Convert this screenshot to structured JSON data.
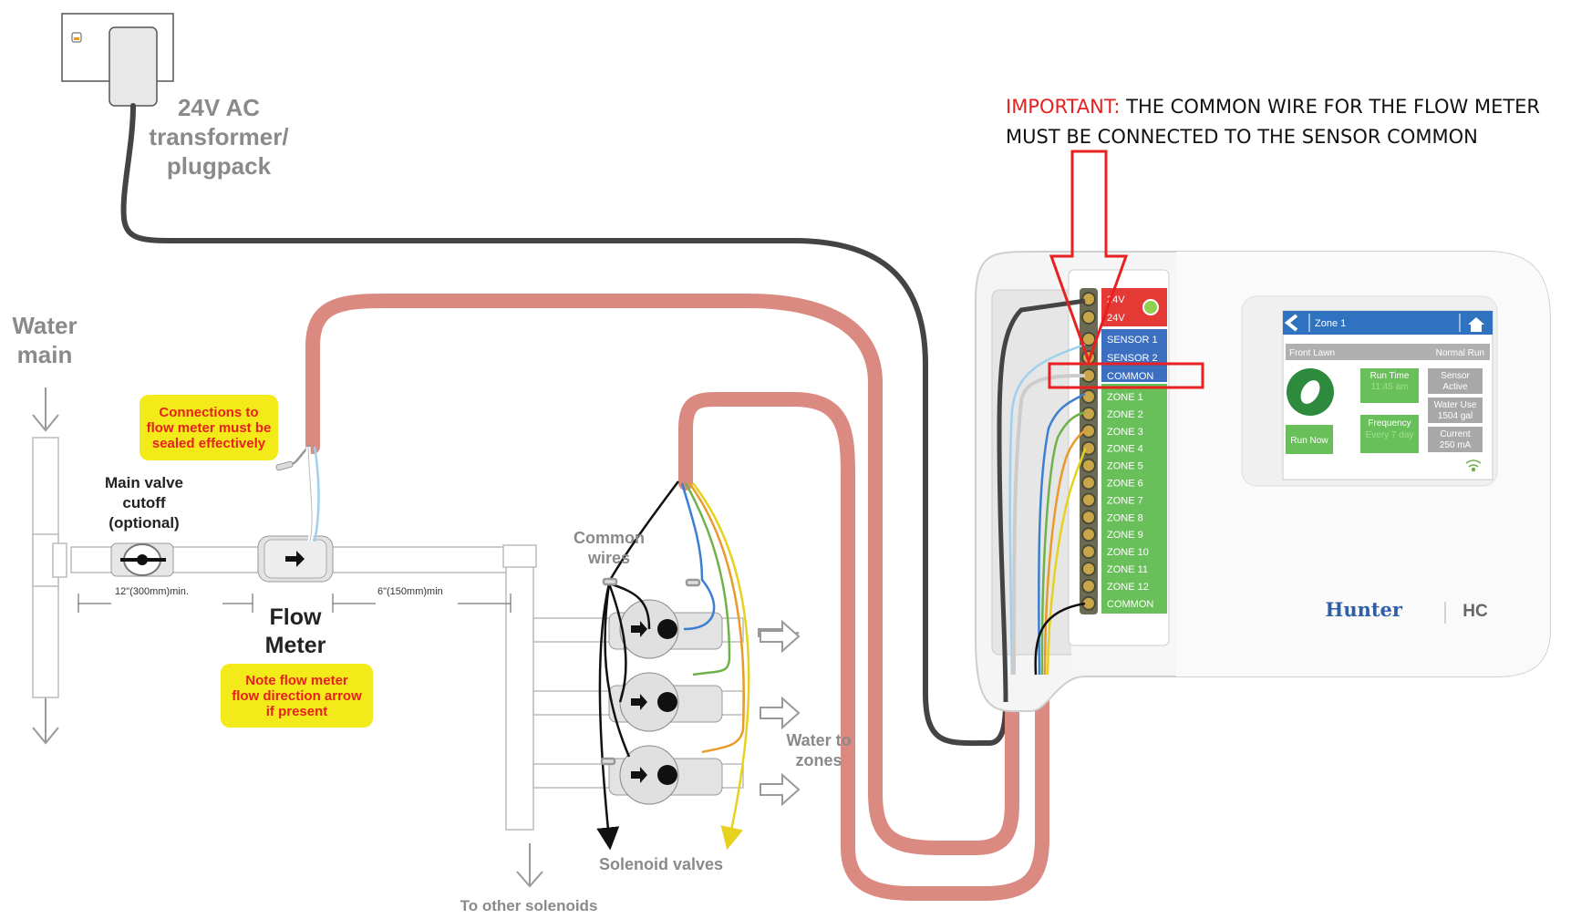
{
  "labels": {
    "transformer": [
      "24V AC",
      "transformer/",
      "plugpack"
    ],
    "water_main": [
      "Water",
      "main"
    ],
    "main_valve": [
      "Main valve",
      "cutoff",
      "(optional)"
    ],
    "flow_meter": [
      "Flow",
      "Meter"
    ],
    "dim_left": "12\"(300mm)min.",
    "dim_right": "6\"(150mm)min",
    "common_wires": [
      "Common",
      "wires"
    ],
    "water_to_zones": [
      "Water to",
      "zones"
    ],
    "solenoid_valves": "Solenoid valves",
    "to_other_solenoids": "To other solenoids"
  },
  "notes": {
    "sealed": [
      "Connections to",
      "flow meter must be",
      "sealed effectively"
    ],
    "direction": [
      "Note flow meter",
      "flow direction arrow",
      "if present"
    ]
  },
  "important": {
    "prefix": "IMPORTANT:",
    "text": " THE COMMON WIRE FOR THE FLOW METER MUST BE CONNECTED TO THE SENSOR COMMON"
  },
  "terminals": {
    "power": [
      "24V",
      "24V"
    ],
    "sensors": [
      "SENSOR 1",
      "SENSOR 2",
      "COMMON"
    ],
    "zones": [
      "ZONE 1",
      "ZONE 2",
      "ZONE 3",
      "ZONE 4",
      "ZONE 5",
      "ZONE 6",
      "ZONE 7",
      "ZONE 8",
      "ZONE 9",
      "ZONE 10",
      "ZONE 11",
      "ZONE 12",
      "COMMON"
    ]
  },
  "screen": {
    "title": "Zone 1",
    "zone_name": "Front Lawn",
    "mode": "Normal Run",
    "run_time_label": "Run Time",
    "run_time_value": "11:45 am",
    "sensor_label": "Sensor",
    "sensor_value": "Active",
    "water_use_label": "Water Use",
    "water_use_value": "1504 gal",
    "frequency_label": "Frequency",
    "frequency_value": "Every 7 day",
    "current_label": "Current",
    "current_value": "250 mA",
    "run_now": "Run Now"
  },
  "brand": {
    "name": "Hunter",
    "model": "HC"
  },
  "colors": {
    "cable": "#da8a80",
    "power_cord": "#444444",
    "highlight": "#e8201f",
    "terminal_green": "#69c05b",
    "terminal_blue": "#3c6fbf",
    "terminal_red": "#e53935",
    "screen_header": "#2f73c0",
    "note_bg": "#f3ea1a"
  }
}
